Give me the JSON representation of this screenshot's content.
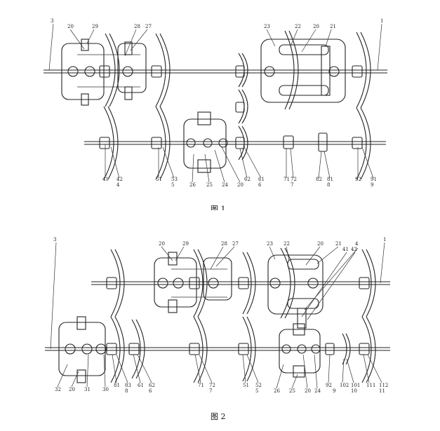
{
  "figure1": {
    "caption": "图 1",
    "labels_top": [
      "3",
      "20",
      "29",
      "28",
      "27",
      "23",
      "22",
      "20",
      "21",
      "1"
    ],
    "labels_bottom": [
      "41",
      "42",
      "4",
      "51",
      "53",
      "5",
      "26",
      "25",
      "24",
      "20",
      "62",
      "61",
      "6",
      "71",
      "72",
      "7",
      "82",
      "81",
      "8",
      "92",
      "91",
      "9"
    ]
  },
  "figure2": {
    "caption": "图 2",
    "labels_top": [
      "3",
      "20",
      "29",
      "28",
      "27",
      "23",
      "22",
      "20",
      "21",
      "4",
      "41",
      "42",
      "1"
    ],
    "labels_bottom": [
      "32",
      "20",
      "31",
      "30",
      "81",
      "83",
      "8",
      "61",
      "62",
      "6",
      "71",
      "72",
      "7",
      "51",
      "52",
      "5",
      "26",
      "25",
      "20",
      "24",
      "92",
      "9",
      "102",
      "101",
      "10",
      "111",
      "112",
      "11"
    ]
  }
}
